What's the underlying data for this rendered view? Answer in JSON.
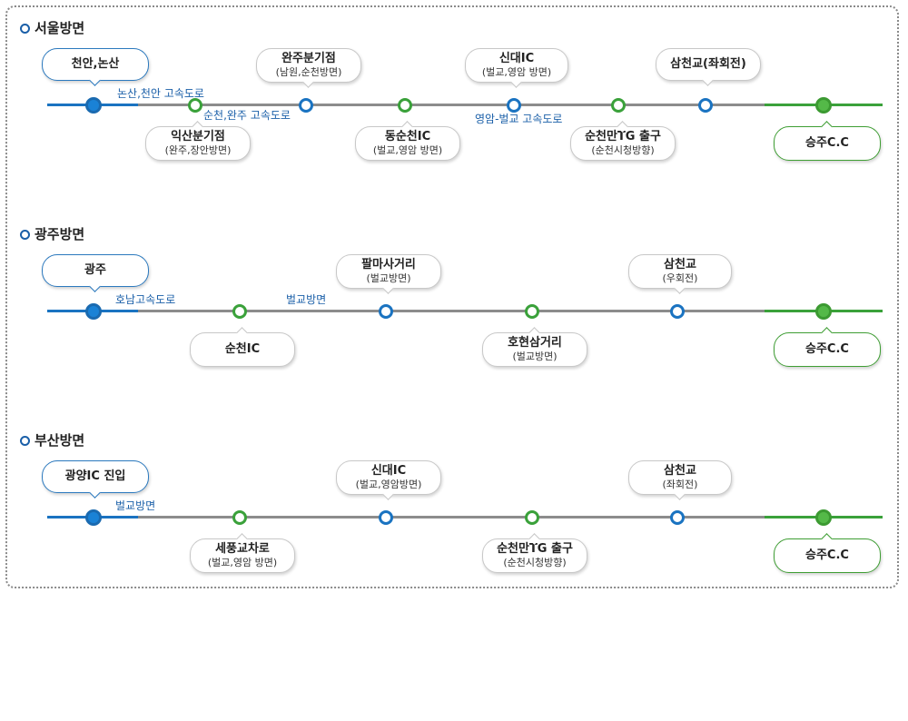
{
  "colors": {
    "blue": "#1a73c1",
    "gray": "#8c8c8c",
    "green": "#3aa13a"
  },
  "sections": [
    {
      "title": "서울방면",
      "start": {
        "name": "천안,논산"
      },
      "routes": [
        "논산,천안 고속도로",
        "순천,완주 고속도로",
        "영암-벌교 고속도로"
      ],
      "stops_above": [
        {
          "name": "완주분기점",
          "sub": "(남원,순천방면)"
        },
        {
          "name": "신대IC",
          "sub": "(벌교,영암 방면)"
        },
        {
          "name": "삼천교(좌회전)",
          "sub": ""
        }
      ],
      "stops_below": [
        {
          "name": "익산분기점",
          "sub": "(완주,장안방면)"
        },
        {
          "name": "동순천IC",
          "sub": "(벌교,영암 방면)"
        },
        {
          "name": "순천만TG 출구",
          "sub": "(순천시청방향)"
        }
      ],
      "end": {
        "name": "승주C.C"
      }
    },
    {
      "title": "광주방면",
      "start": {
        "name": "광주"
      },
      "routes": [
        "호남고속도로",
        "벌교방면"
      ],
      "stops_above": [
        {
          "name": "팔마사거리",
          "sub": "(벌교방면)"
        },
        {
          "name": "삼천교",
          "sub": "(우회전)"
        }
      ],
      "stops_below": [
        {
          "name": "순천IC",
          "sub": ""
        },
        {
          "name": "호현삼거리",
          "sub": "(벌교방면)"
        }
      ],
      "end": {
        "name": "승주C.C"
      }
    },
    {
      "title": "부산방면",
      "start": {
        "name": "광양IC 진입"
      },
      "routes": [
        "벌교방면"
      ],
      "stops_above": [
        {
          "name": "신대IC",
          "sub": "(벌교,영암방면)"
        },
        {
          "name": "삼천교",
          "sub": "(좌회전)"
        }
      ],
      "stops_below": [
        {
          "name": "세풍교차로",
          "sub": "(벌교,영암 방면)"
        },
        {
          "name": "순천만TG 출구",
          "sub": "(순천시청방향)"
        }
      ],
      "end": {
        "name": "승주C.C"
      }
    }
  ]
}
